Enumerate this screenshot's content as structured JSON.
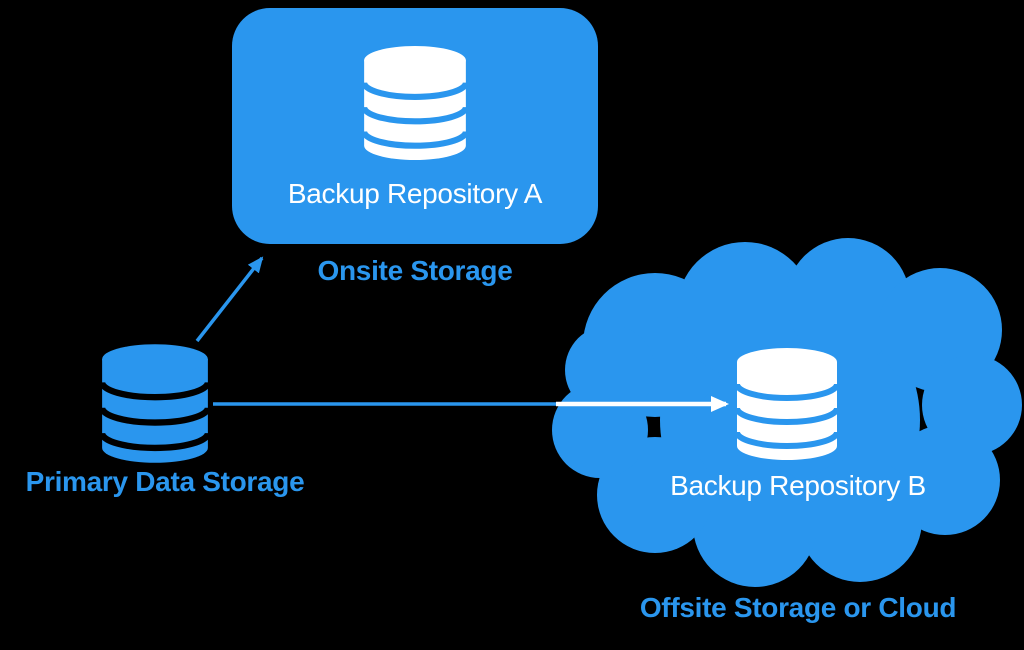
{
  "colors": {
    "background": "#000000",
    "accent": "#2A96EE",
    "white": "#FFFFFF"
  },
  "diagram": {
    "onsite_box": {
      "label": "Backup Repository A",
      "caption": "Onsite Storage",
      "icon": "database-icon"
    },
    "primary": {
      "label": "Primary Data Storage",
      "icon": "database-icon"
    },
    "cloud": {
      "label": "Backup Repository B",
      "caption": "Offsite Storage or Cloud",
      "icon": "database-icon",
      "shape": "cloud"
    },
    "edges": [
      {
        "from": "Primary Data Storage",
        "to": "Backup Repository A"
      },
      {
        "from": "Primary Data Storage",
        "to": "Backup Repository B"
      }
    ]
  }
}
